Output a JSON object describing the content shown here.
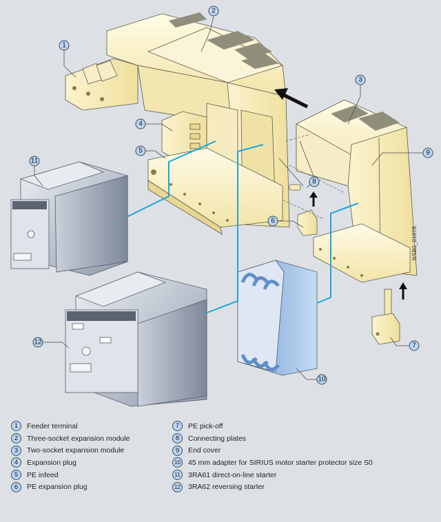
{
  "title": "SIRIUS 3RA6 compact starter infeed system — exploded assembly view",
  "document_id": "NSB0_01878",
  "colors": {
    "background": "#dde1e5",
    "component_yellow": "#f5eab8",
    "starter_gray": "#a9b4c4",
    "adapter_blue": "#8fb4df",
    "connection_line": "#19a6dc",
    "callout_fill": "#b9d6f2"
  },
  "callouts": [
    {
      "num": "1"
    },
    {
      "num": "2"
    },
    {
      "num": "3"
    },
    {
      "num": "4"
    },
    {
      "num": "5"
    },
    {
      "num": "6"
    },
    {
      "num": "7"
    },
    {
      "num": "8"
    },
    {
      "num": "9"
    },
    {
      "num": "10"
    },
    {
      "num": "11"
    },
    {
      "num": "12"
    }
  ],
  "legend": {
    "left": [
      {
        "num": "1",
        "label": "Feeder terminal"
      },
      {
        "num": "2",
        "label": "Three-socket expansion module"
      },
      {
        "num": "3",
        "label": "Two-socket expansion module"
      },
      {
        "num": "4",
        "label": "Expansion plug"
      },
      {
        "num": "5",
        "label": "PE infeed"
      },
      {
        "num": "6",
        "label": "PE expansion plug"
      }
    ],
    "right": [
      {
        "num": "7",
        "label": "PE pick-off"
      },
      {
        "num": "8",
        "label": "Connecting plates"
      },
      {
        "num": "9",
        "label": "End cover"
      },
      {
        "num": "10",
        "label": "45 mm adapter for SIRIUS motor starter protector size S0"
      },
      {
        "num": "11",
        "label": "3RA61 direct-on-line starter"
      },
      {
        "num": "12",
        "label": "3RA62 reversing starter"
      }
    ]
  }
}
